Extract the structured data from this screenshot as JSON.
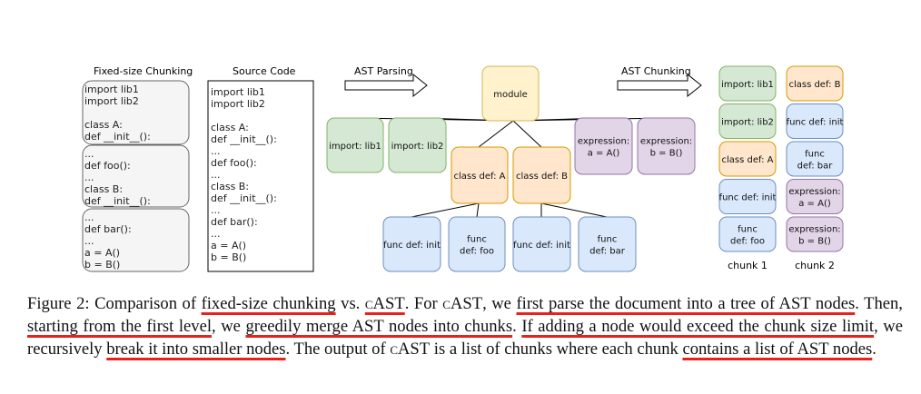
{
  "panel_titles": {
    "fixed": "Fixed-size Chunking",
    "source": "Source Code",
    "ast_parsing": "AST Parsing",
    "ast_chunking": "AST Chunking"
  },
  "fixed_chunks": [
    [
      "import lib1",
      "import lib2",
      "",
      "class A:",
      "        def __init__():"
    ],
    [
      "        ...",
      "        def foo():",
      "        ...",
      "class B:",
      "        def __init__():"
    ],
    [
      "            ...",
      "            def bar():",
      "            ...",
      "    a = A()",
      "    b = B()"
    ]
  ],
  "source_code": [
    "import lib1",
    "import lib2",
    "",
    "class A:",
    "        def __init__():",
    "            ...",
    "        def foo():",
    "            ...",
    "class B:",
    "        def __init__():",
    "            ...",
    "        def bar():",
    "            ...",
    "a = A()",
    "b = B()"
  ],
  "tree": {
    "root": "module",
    "level1": [
      "import: lib1",
      "import: lib2",
      "class def: A",
      "class def: B",
      "expression:\na = A()",
      "expression:\nb = B()"
    ],
    "leaves": [
      "func def: init",
      "func\ndef: foo",
      "func def: init",
      "func\ndef: bar"
    ]
  },
  "chunks": [
    {
      "label": "chunk 1",
      "items": [
        "import: lib1",
        "import: lib2",
        "class def: A",
        "func def: init",
        "func\ndef: foo"
      ],
      "colors": [
        "green",
        "green",
        "orange",
        "blue",
        "blue"
      ]
    },
    {
      "label": "chunk 2",
      "items": [
        "class def: B",
        "func def: init",
        "func\ndef: bar",
        "expression:\na = A()",
        "expression:\nb = B()"
      ],
      "colors": [
        "orange",
        "blue",
        "blue",
        "purple",
        "purple"
      ]
    }
  ],
  "colors": {
    "green_fill": "#d5e8d4",
    "green_stroke": "#82b366",
    "orange_fill": "#ffe6cc",
    "orange_stroke": "#d79b00",
    "yellow_fill": "#fff2cc",
    "yellow_stroke": "#d6b656",
    "blue_fill": "#dae8fc",
    "blue_stroke": "#6c8ebf",
    "purple_fill": "#e1d5e7",
    "purple_stroke": "#9673a6",
    "gray_fill": "#f5f5f5",
    "gray_stroke": "#666666",
    "underline": "#e8211c"
  },
  "caption": {
    "s1": "Figure 2: Comparison of ",
    "s2": "fixed-size chunking",
    "s3": " vs. ",
    "s4": "cAST",
    "s5": ". For ",
    "s6": "cAST",
    "s7": ", we ",
    "s8": "first parse the document into a tree of AST nodes",
    "s9": ". Then, ",
    "s10": "starting from the first level",
    "s11": ", we ",
    "s12": "greedily merge AST nodes into chunks",
    "s13": ". ",
    "s14": "If adding a node would exceed the chunk size limit",
    "s15": ", we recursively ",
    "s16": "break it into smaller nodes",
    "s17": ". The output of ",
    "s18": "cAST",
    "s19": " is a list of chunks where each chunk ",
    "s20": "contains a list of AST nodes",
    "s21": "."
  }
}
